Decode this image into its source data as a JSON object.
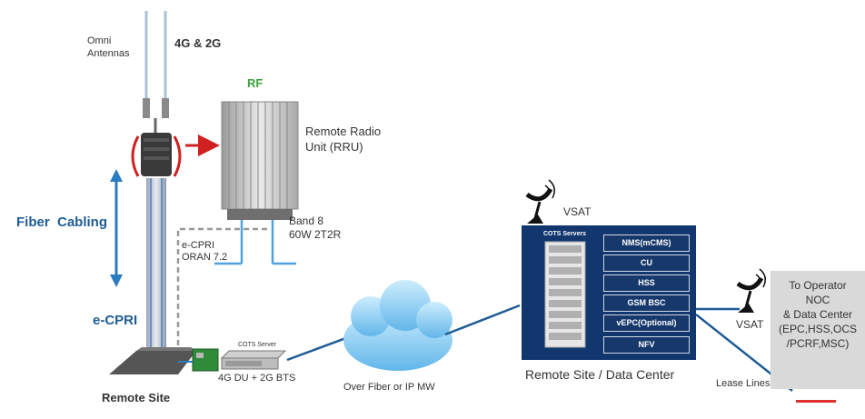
{
  "labels": {
    "omni_antennas": "Omni\nAntennas",
    "band_4g2g": "4G & 2G",
    "rf": "RF",
    "rru": "Remote Radio\nUnit (RRU)",
    "fiber_cabling": "Fiber  Cabling",
    "ecpri_side": "e-CPRI",
    "ecpri_oran": "e-CPRI\nORAN 7.2",
    "band8": "Band 8\n60W 2T2R",
    "remote_site": "Remote Site",
    "cots_server_small": "COTS Server",
    "du_bts": "4G DU + 2G BTS",
    "cloud": "Over Fiber or IP MW",
    "vsat_top": "VSAT",
    "vsat_right": "VSAT",
    "datacenter": "Remote Site / Data Center",
    "cots_servers": "COTS Servers",
    "lease_lines": "Lease Lines",
    "operator_noc": "To Operator\nNOC\n& Data Center\n(EPC,HSS,OCS\n/PCRF,MSC)"
  },
  "datacenter_items": [
    "NMS(mCMS)",
    "CU",
    "HSS",
    "GSM BSC",
    "vEPC(Optional)",
    "NFV"
  ],
  "colors": {
    "datacenter_bg": "#12376e",
    "fiber_arrow": "#2b7bc0",
    "rf_text": "#3aa63a",
    "rru_arrow": "#d02020",
    "cloud_fill": "#8fd0f4",
    "link_line": "#1f5c96",
    "noc_box": "#d9d9d9",
    "accent_bar": "#e03030"
  }
}
